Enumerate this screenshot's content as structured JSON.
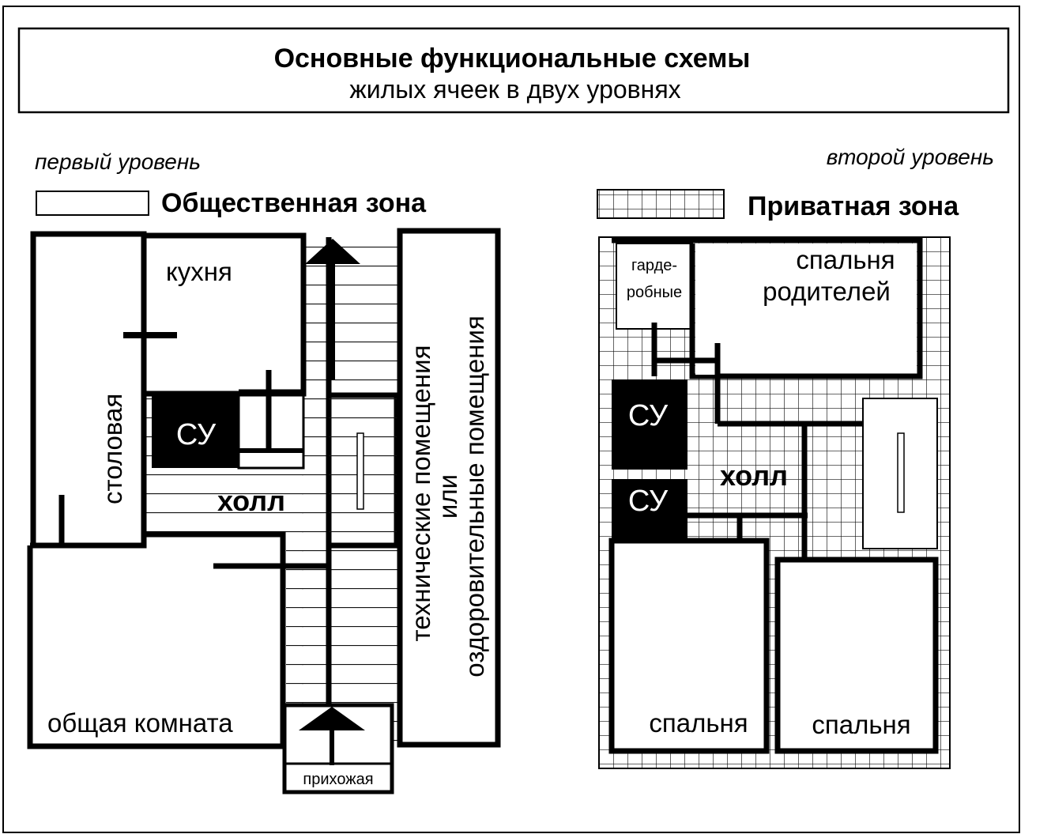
{
  "header": {
    "title_line1": "Основные функциональные схемы",
    "title_line2": "жилых ячеек в двух уровнях"
  },
  "level1": {
    "caption": "первый уровень",
    "zone_label": "Общественная зона",
    "rooms": {
      "kitchen": "кухня",
      "dining": "столовая",
      "wc": "СУ",
      "hall": "холл",
      "living": "общая комната",
      "entrance": "прихожая",
      "technical_line1": "технические помещения",
      "technical_line2": "или",
      "technical_line3": "оздоровительные помещения"
    }
  },
  "level2": {
    "caption": "второй уровень",
    "zone_label": "Приватная зона",
    "rooms": {
      "wardrobe_line1": "гарде-",
      "wardrobe_line2": "робные",
      "parents_line1": "спальня",
      "parents_line2": "родителей",
      "wc1": "СУ",
      "wc2": "СУ",
      "hall": "холл",
      "bedroom1": "спальня",
      "bedroom2": "спальня"
    }
  },
  "colors": {
    "ink": "#000000",
    "paper": "#ffffff",
    "grid": "#111111"
  }
}
